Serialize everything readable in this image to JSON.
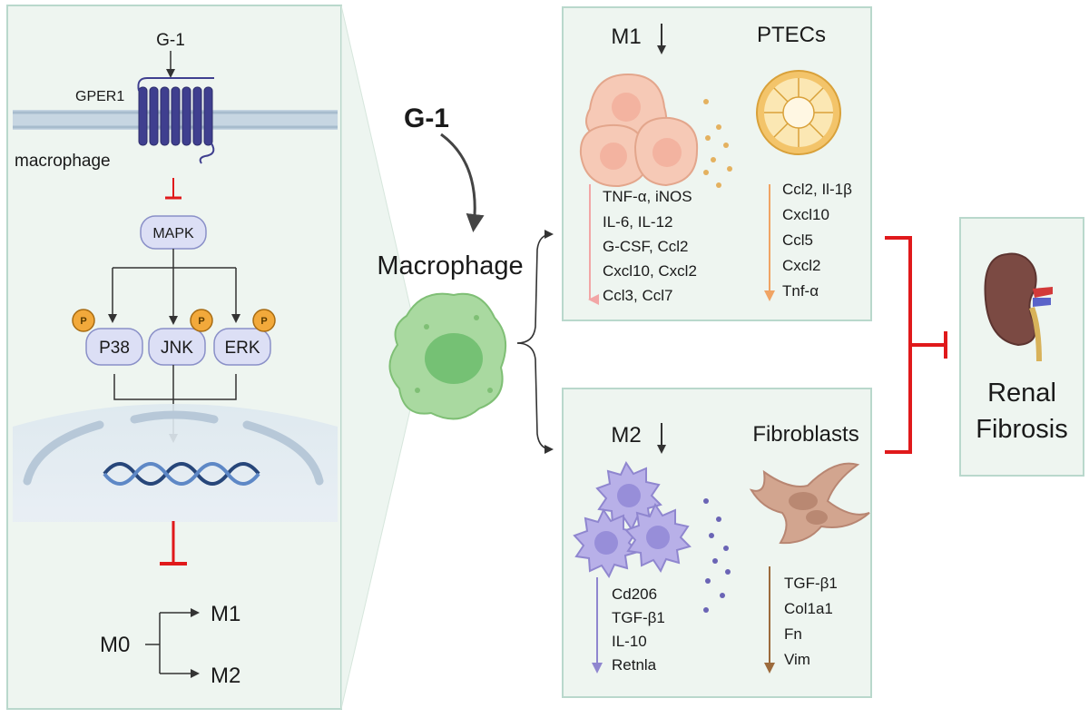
{
  "left_panel": {
    "ligand": "G-1",
    "receptor": "GPER1",
    "cell": "macrophage",
    "mapk": "MAPK",
    "kinases": [
      "P38",
      "JNK",
      "ERK"
    ],
    "phospho": "P",
    "m0": "M0",
    "m1": "M1",
    "m2": "M2"
  },
  "center": {
    "ligand": "G-1",
    "cell": "Macrophage"
  },
  "m1_box": {
    "m1_title": "M1",
    "ptec_title": "PTECs",
    "m1_markers": [
      "TNF-α,  iNOS",
      "IL-6,  IL-12",
      "G-CSF, Ccl2",
      "Cxcl10, Cxcl2",
      "Ccl3, Ccl7"
    ],
    "ptec_markers": [
      "Ccl2, Il-1β",
      "Cxcl10",
      "Ccl5",
      "Cxcl2",
      "Tnf-α"
    ]
  },
  "m2_box": {
    "m2_title": "M2",
    "fib_title": "Fibroblasts",
    "m2_markers": [
      "Cd206",
      "TGF-β1",
      "IL-10",
      "Retnla"
    ],
    "fib_markers": [
      "TGF-β1",
      "Col1a1",
      "Fn",
      "Vim"
    ]
  },
  "outcome": {
    "line1": "Renal",
    "line2": "Fibrosis"
  },
  "colors": {
    "panel_bg": "#eef5f0",
    "panel_border": "#b9d8cc",
    "receptor": "#3f3f8f",
    "inhibit": "#e0191b",
    "mapk_fill": "#dcdff5",
    "phospho": "#f2a93b",
    "macrophage": "#a9d9a0",
    "m1_cell": "#f6c9b6",
    "m2_cell": "#b8b0e8",
    "ptec": "#f3c46a",
    "fibroblast": "#d2a58f",
    "kidney": "#7b4a43"
  }
}
